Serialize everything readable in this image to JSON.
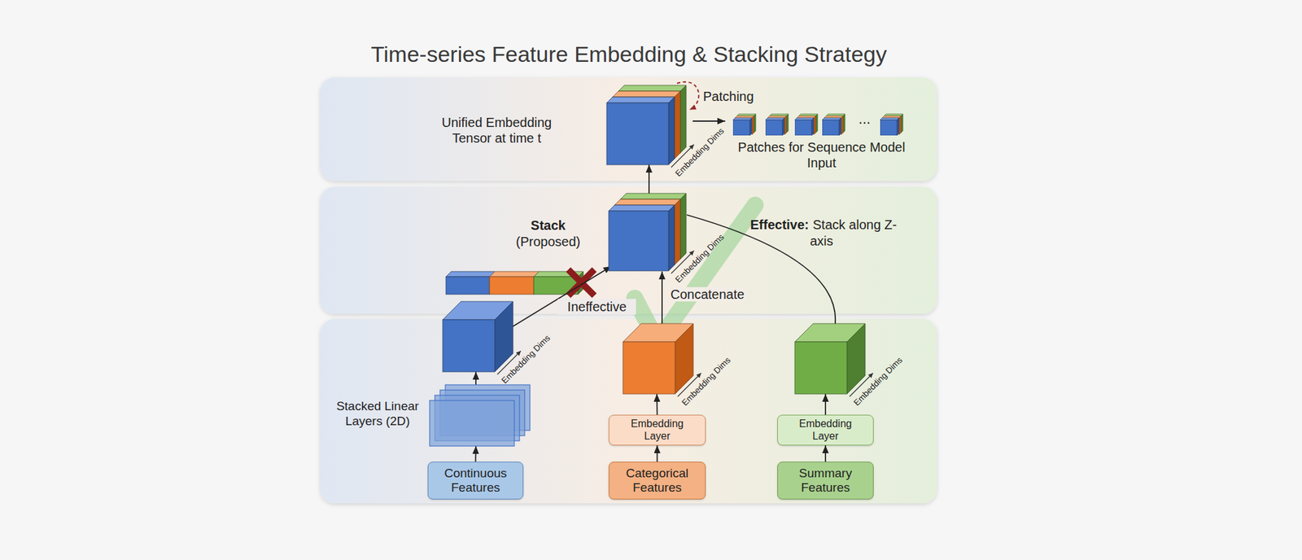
{
  "diagram": {
    "title": "Time-series Feature Embedding & Stacking Strategy",
    "nodes": [
      {
        "text": [
          "Embedding Dims"
        ]
      },
      {
        "text": [
          "Embedding Dims"
        ]
      },
      {
        "text": [
          "Embedding Dims"
        ]
      },
      {
        "text": [
          "Embedding Dims"
        ]
      },
      {
        "text": [
          "Embedding Dims"
        ]
      },
      {
        "text": [
          "Stacked Linear Layers (2D)"
        ]
      },
      {
        "text": [
          "Embedding Layer"
        ]
      },
      {
        "text": [
          "Embedding Layer"
        ]
      },
      {
        "text": [
          "Continuous Features"
        ]
      },
      {
        "text": [
          "Categorical Features"
        ]
      },
      {
        "text": [
          "Summary Features"
        ]
      }
    ],
    "edges": [
      {
        "from": 8,
        "to": 5,
        "arrow": "to"
      },
      {
        "from": 5,
        "to": 2,
        "arrow": "to"
      },
      {
        "from": 9,
        "to": 6,
        "arrow": "to"
      },
      {
        "from": 6,
        "to": 3,
        "arrow": "to"
      },
      {
        "from": 10,
        "to": 7,
        "arrow": "to"
      },
      {
        "from": 7,
        "to": 4,
        "arrow": "to"
      },
      {
        "from": 2,
        "to": 1,
        "arrow": "to"
      },
      {
        "from": 3,
        "to": 1,
        "label": "Concatenate",
        "arrow": "to"
      },
      {
        "from": 4,
        "to": 1,
        "arrow": "none"
      },
      {
        "from": 1,
        "to": 0,
        "arrow": "to"
      }
    ],
    "labels": [
      "Unified Embedding Tensor at time t",
      "Patching",
      "...",
      "Patches for Sequence Model Input",
      "Stack",
      "(Proposed)",
      "Effective:",
      "Stack along Z-axis",
      "Ineffective"
    ]
  }
}
